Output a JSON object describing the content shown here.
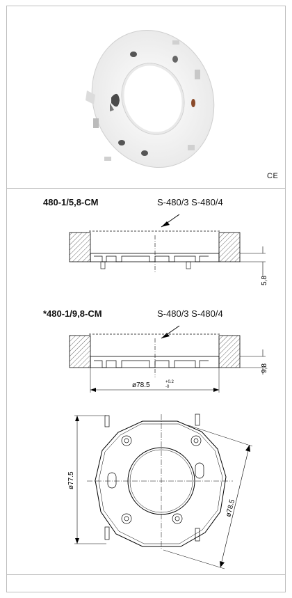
{
  "product_photo": {
    "alt": "lamp holder ring photo"
  },
  "ce_mark": "CE",
  "section_1": {
    "model": "480-1/5,8-CM",
    "codes": "S-480/3 S-480/4",
    "height_dim": "5,8"
  },
  "section_2": {
    "model": "*480-1/9,8-CM",
    "codes": "S-480/3 S-480/4",
    "height_dim": "9,8",
    "diameter_dim": "ø78.5",
    "tol_upper": "+0.2",
    "tol_lower": "-0"
  },
  "top_view": {
    "dim_left": "ø77.5",
    "dim_diag": "ø78.5"
  }
}
